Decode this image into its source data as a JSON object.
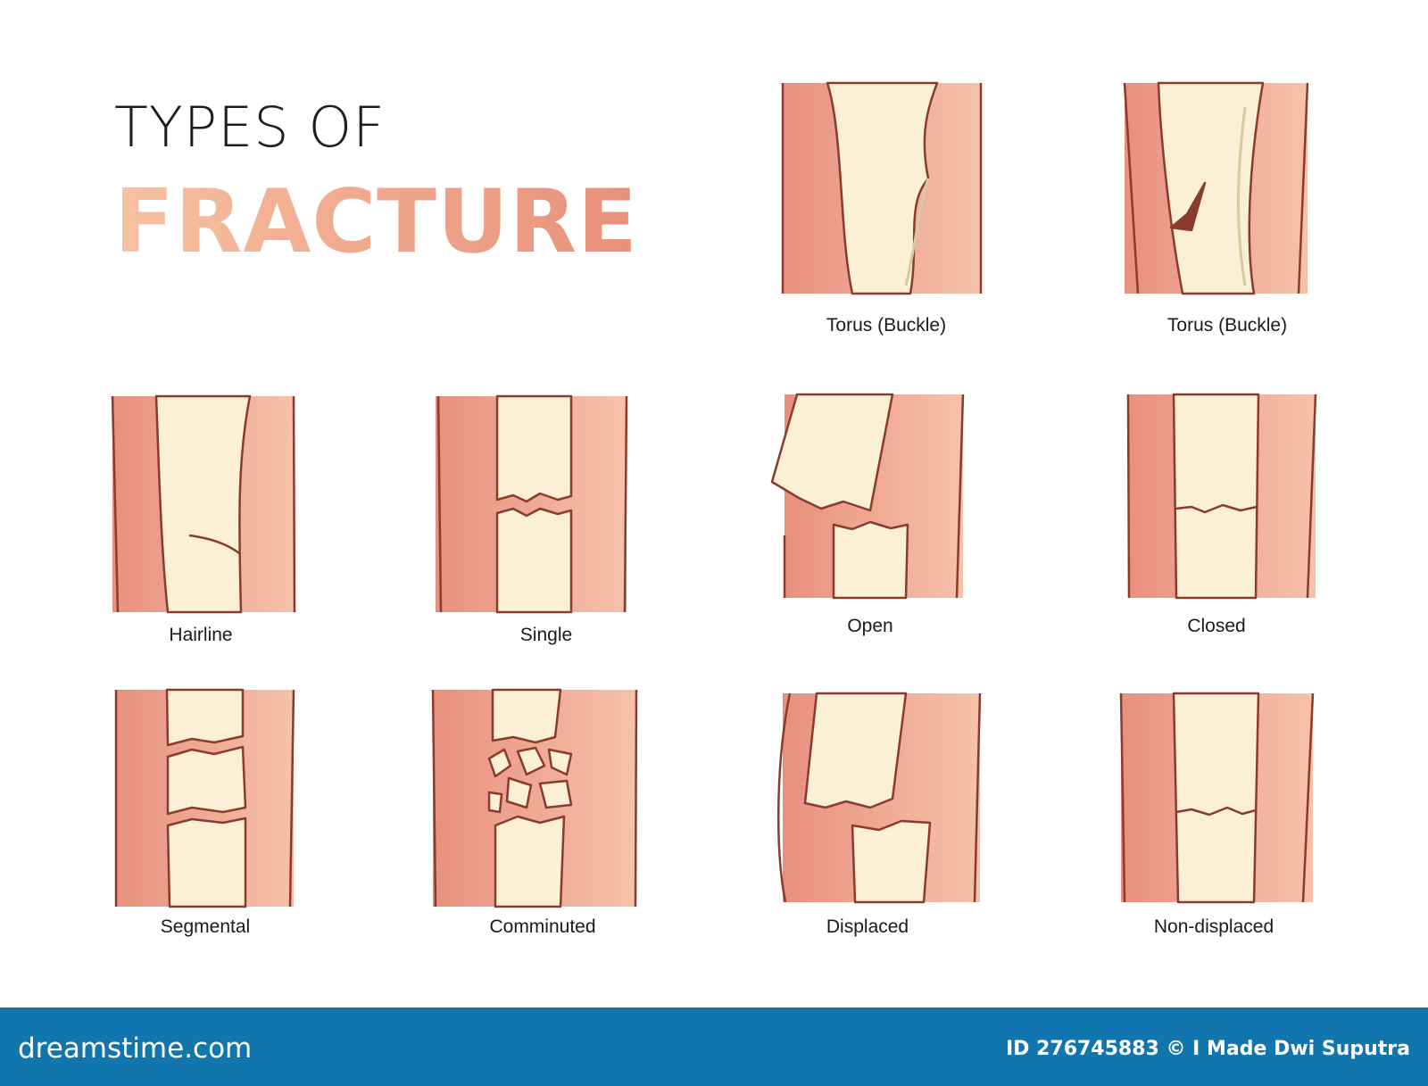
{
  "title": {
    "line1": "TYPES OF",
    "line2": "FRACTURE"
  },
  "labels": {
    "torus_1": "Torus (Buckle)",
    "torus_2": "Torus (Buckle)",
    "hairline": "Hairline",
    "single": "Single",
    "open": "Open",
    "closed": "Closed",
    "segmental": "Segmental",
    "comminuted": "Comminuted",
    "displaced": "Displaced",
    "non_displaced": "Non-displaced"
  },
  "footer": {
    "logo": "dreamstime.com",
    "credit": "ID 276745883 © I Made Dwi Suputra"
  },
  "colors": {
    "flesh_dark": "#e8907e",
    "flesh_light": "#f6c2a9",
    "bone": "#fbf0d6",
    "bone_shade": "#e9dcb7",
    "outline": "#8a3c2c",
    "footer_bg": "#1176ae"
  }
}
